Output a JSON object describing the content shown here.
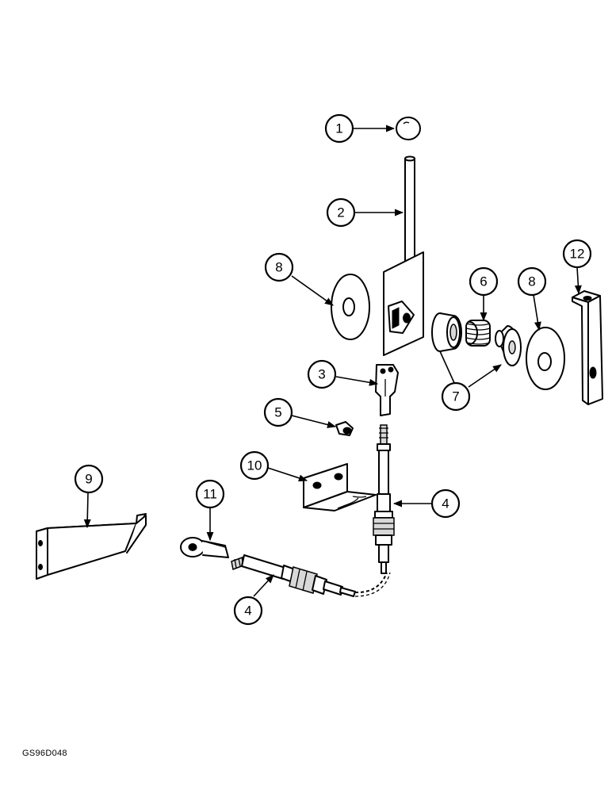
{
  "drawing_code": "GS96D048",
  "callouts": {
    "c1": "1",
    "c2": "2",
    "c3": "3",
    "c4a": "4",
    "c4b": "4",
    "c5": "5",
    "c6": "6",
    "c7": "7",
    "c8a": "8",
    "c8b": "8",
    "c9": "9",
    "c10": "10",
    "c11": "11",
    "c12": "12"
  }
}
